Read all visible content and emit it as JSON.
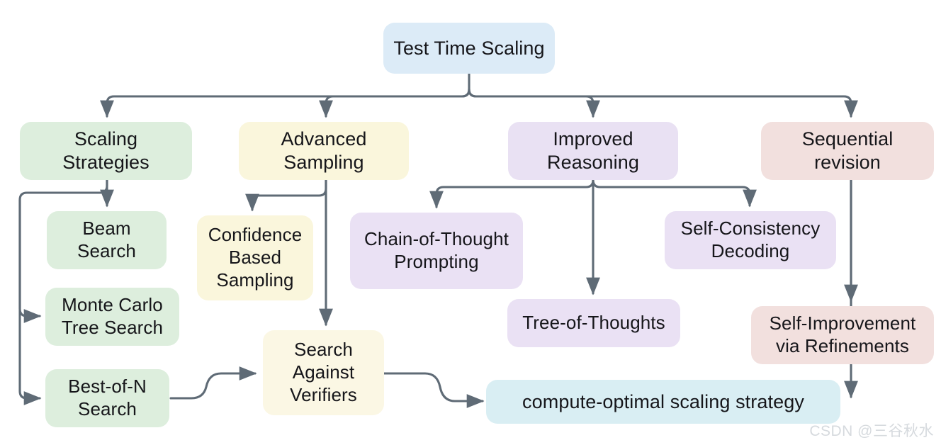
{
  "diagram": {
    "title": "Test Time Scaling",
    "watermark": "CSDN @三谷秋水",
    "edge_color": "#5f6b76",
    "nodes": {
      "root": {
        "label": "Test Time Scaling",
        "color": "#dcebf7"
      },
      "scaling_strategies": {
        "label": "Scaling\nStrategies",
        "color": "#ddeedd"
      },
      "beam_search": {
        "label": "Beam\nSearch",
        "color": "#ddeedd"
      },
      "monte_carlo_tree_search": {
        "label": "Monte Carlo\nTree Search",
        "color": "#ddeedd"
      },
      "best_of_n_search": {
        "label": "Best-of-N\nSearch",
        "color": "#ddeedd"
      },
      "advanced_sampling": {
        "label": "Advanced\nSampling",
        "color": "#faf6dc"
      },
      "confidence_based_sampling": {
        "label": "Confidence\nBased\nSampling",
        "color": "#faf6dc"
      },
      "search_against_verifiers": {
        "label": "Search\nAgainst\nVerifiers",
        "color": "#fbf7e4"
      },
      "improved_reasoning": {
        "label": "Improved\nReasoning",
        "color": "#e9e1f3"
      },
      "chain_of_thought_prompting": {
        "label": "Chain-of-Thought\nPrompting",
        "color": "#eae1f4"
      },
      "tree_of_thoughts": {
        "label": "Tree-of-Thoughts",
        "color": "#eae1f4"
      },
      "self_consistency_decoding": {
        "label": "Self-Consistency\nDecoding",
        "color": "#eae1f4"
      },
      "sequential_revision": {
        "label": "Sequential\nrevision",
        "color": "#f2e0de"
      },
      "self_improvement_via_refinements": {
        "label": "Self-Improvement\nvia Refinements",
        "color": "#f2e0de"
      },
      "compute_optimal_scaling_strategy": {
        "label": "compute-optimal scaling strategy",
        "color": "#d9eef3"
      }
    },
    "edges": [
      {
        "from": "root",
        "to": "scaling_strategies"
      },
      {
        "from": "root",
        "to": "advanced_sampling"
      },
      {
        "from": "root",
        "to": "improved_reasoning"
      },
      {
        "from": "root",
        "to": "sequential_revision"
      },
      {
        "from": "scaling_strategies",
        "to": "beam_search"
      },
      {
        "from": "scaling_strategies",
        "to": "monte_carlo_tree_search"
      },
      {
        "from": "scaling_strategies",
        "to": "best_of_n_search"
      },
      {
        "from": "advanced_sampling",
        "to": "confidence_based_sampling"
      },
      {
        "from": "advanced_sampling",
        "to": "search_against_verifiers"
      },
      {
        "from": "best_of_n_search",
        "to": "search_against_verifiers"
      },
      {
        "from": "search_against_verifiers",
        "to": "compute_optimal_scaling_strategy"
      },
      {
        "from": "improved_reasoning",
        "to": "chain_of_thought_prompting"
      },
      {
        "from": "improved_reasoning",
        "to": "tree_of_thoughts"
      },
      {
        "from": "improved_reasoning",
        "to": "self_consistency_decoding"
      },
      {
        "from": "sequential_revision",
        "to": "self_improvement_via_refinements"
      },
      {
        "from": "sequential_revision",
        "to": "compute_optimal_scaling_strategy"
      }
    ]
  }
}
